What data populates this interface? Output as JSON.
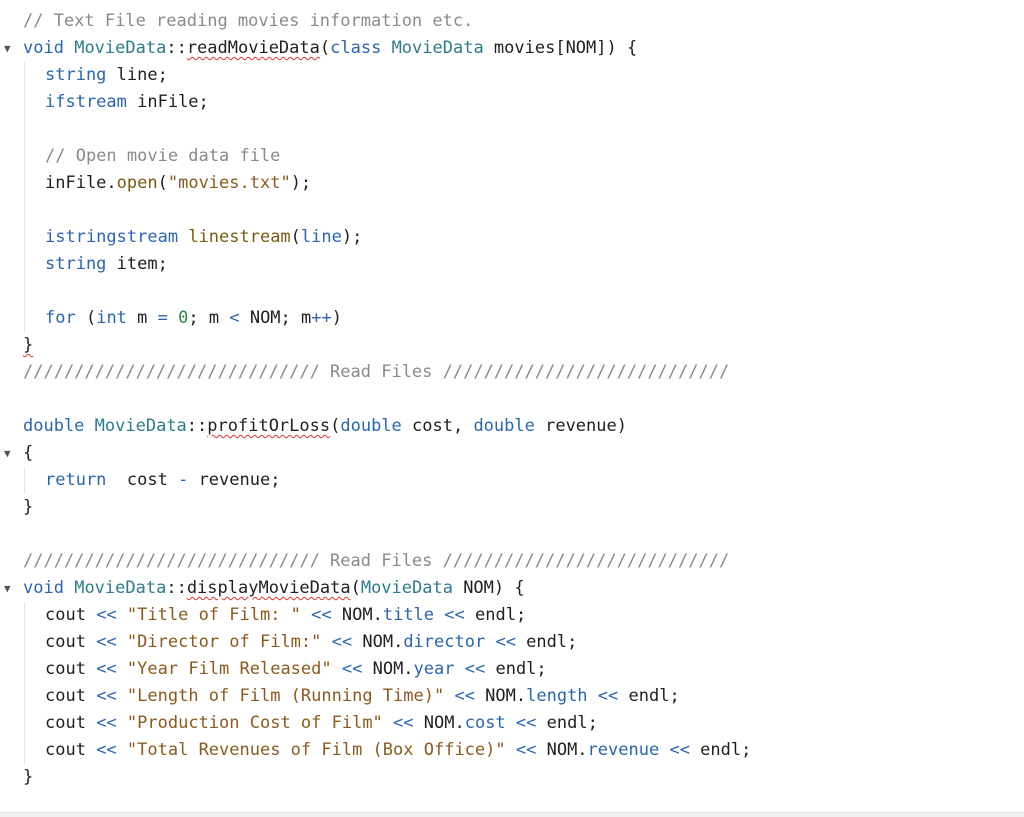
{
  "editor": {
    "lines": [
      {
        "fold": false,
        "indent": 0,
        "tokens": [
          {
            "t": "// Text File reading movies information etc.",
            "c": "cm"
          }
        ]
      },
      {
        "fold": true,
        "indent": 0,
        "tokens": [
          {
            "t": "void",
            "c": "kw"
          },
          {
            "t": " ",
            "c": "plain"
          },
          {
            "t": "MovieData",
            "c": "cls"
          },
          {
            "t": "::",
            "c": "plain"
          },
          {
            "t": "readMovieData",
            "c": "fn",
            "squig": true
          },
          {
            "t": "(",
            "c": "plain"
          },
          {
            "t": "class",
            "c": "kw"
          },
          {
            "t": " ",
            "c": "plain"
          },
          {
            "t": "MovieData",
            "c": "cls"
          },
          {
            "t": " movies[NOM]) {",
            "c": "plain"
          }
        ]
      },
      {
        "fold": false,
        "indent": 1,
        "tokens": [
          {
            "t": "string",
            "c": "ty"
          },
          {
            "t": " line;",
            "c": "plain"
          }
        ]
      },
      {
        "fold": false,
        "indent": 1,
        "tokens": [
          {
            "t": "ifstream",
            "c": "ty"
          },
          {
            "t": " inFile;",
            "c": "plain"
          }
        ]
      },
      {
        "fold": false,
        "indent": 0,
        "tokens": []
      },
      {
        "fold": false,
        "indent": 1,
        "tokens": [
          {
            "t": "// Open movie data file",
            "c": "cm"
          }
        ]
      },
      {
        "fold": false,
        "indent": 1,
        "tokens": [
          {
            "t": "inFile.",
            "c": "plain"
          },
          {
            "t": "open",
            "c": "meth"
          },
          {
            "t": "(",
            "c": "plain"
          },
          {
            "t": "\"movies.txt\"",
            "c": "str"
          },
          {
            "t": ");",
            "c": "plain"
          }
        ]
      },
      {
        "fold": false,
        "indent": 0,
        "tokens": []
      },
      {
        "fold": false,
        "indent": 1,
        "tokens": [
          {
            "t": "istringstream",
            "c": "ty"
          },
          {
            "t": " ",
            "c": "plain"
          },
          {
            "t": "linestream",
            "c": "meth"
          },
          {
            "t": "(",
            "c": "plain"
          },
          {
            "t": "line",
            "c": "prop"
          },
          {
            "t": ");",
            "c": "plain"
          }
        ]
      },
      {
        "fold": false,
        "indent": 1,
        "tokens": [
          {
            "t": "string",
            "c": "ty"
          },
          {
            "t": " item;",
            "c": "plain"
          }
        ]
      },
      {
        "fold": false,
        "indent": 0,
        "tokens": []
      },
      {
        "fold": false,
        "indent": 1,
        "tokens": [
          {
            "t": "for",
            "c": "kw"
          },
          {
            "t": " (",
            "c": "plain"
          },
          {
            "t": "int",
            "c": "kw"
          },
          {
            "t": " m ",
            "c": "plain"
          },
          {
            "t": "=",
            "c": "op"
          },
          {
            "t": " ",
            "c": "plain"
          },
          {
            "t": "0",
            "c": "num"
          },
          {
            "t": "; m ",
            "c": "plain"
          },
          {
            "t": "<",
            "c": "op"
          },
          {
            "t": " NOM; m",
            "c": "plain"
          },
          {
            "t": "++",
            "c": "op"
          },
          {
            "t": ")",
            "c": "plain"
          }
        ]
      },
      {
        "fold": false,
        "indent": 0,
        "tokens": [
          {
            "t": "}",
            "c": "plain",
            "squig": true
          }
        ]
      },
      {
        "fold": false,
        "indent": 0,
        "tokens": [
          {
            "t": "///////////////////////////// Read Files ////////////////////////////",
            "c": "cm"
          }
        ]
      },
      {
        "fold": false,
        "indent": 0,
        "tokens": []
      },
      {
        "fold": false,
        "indent": 0,
        "tokens": [
          {
            "t": "double",
            "c": "kw"
          },
          {
            "t": " ",
            "c": "plain"
          },
          {
            "t": "MovieData",
            "c": "cls"
          },
          {
            "t": "::",
            "c": "plain"
          },
          {
            "t": "profitOrLoss",
            "c": "fn",
            "squig": true
          },
          {
            "t": "(",
            "c": "plain"
          },
          {
            "t": "double",
            "c": "kw"
          },
          {
            "t": " cost, ",
            "c": "plain"
          },
          {
            "t": "double",
            "c": "kw"
          },
          {
            "t": " revenue)",
            "c": "plain"
          }
        ]
      },
      {
        "fold": true,
        "indent": 0,
        "tokens": [
          {
            "t": "{",
            "c": "plain"
          }
        ]
      },
      {
        "fold": false,
        "indent": 1,
        "tokens": [
          {
            "t": "return",
            "c": "kw"
          },
          {
            "t": "  cost ",
            "c": "plain"
          },
          {
            "t": "-",
            "c": "op"
          },
          {
            "t": " revenue;",
            "c": "plain"
          }
        ]
      },
      {
        "fold": false,
        "indent": 0,
        "tokens": [
          {
            "t": "}",
            "c": "plain"
          }
        ]
      },
      {
        "fold": false,
        "indent": 0,
        "tokens": []
      },
      {
        "fold": false,
        "indent": 0,
        "tokens": [
          {
            "t": "///////////////////////////// Read Files ////////////////////////////",
            "c": "cm"
          }
        ]
      },
      {
        "fold": true,
        "indent": 0,
        "tokens": [
          {
            "t": "void",
            "c": "kw"
          },
          {
            "t": " ",
            "c": "plain"
          },
          {
            "t": "MovieData",
            "c": "cls"
          },
          {
            "t": "::",
            "c": "plain"
          },
          {
            "t": "displayMovieData",
            "c": "fn",
            "squig": true
          },
          {
            "t": "(",
            "c": "plain"
          },
          {
            "t": "MovieData",
            "c": "cls"
          },
          {
            "t": " NOM) {",
            "c": "plain"
          }
        ]
      },
      {
        "fold": false,
        "indent": 1,
        "tokens": [
          {
            "t": "cout ",
            "c": "plain"
          },
          {
            "t": "<<",
            "c": "op"
          },
          {
            "t": " ",
            "c": "plain"
          },
          {
            "t": "\"Title of Film: \"",
            "c": "str"
          },
          {
            "t": " ",
            "c": "plain"
          },
          {
            "t": "<<",
            "c": "op"
          },
          {
            "t": " NOM.",
            "c": "plain"
          },
          {
            "t": "title",
            "c": "prop"
          },
          {
            "t": " ",
            "c": "plain"
          },
          {
            "t": "<<",
            "c": "op"
          },
          {
            "t": " endl;",
            "c": "plain"
          }
        ]
      },
      {
        "fold": false,
        "indent": 1,
        "tokens": [
          {
            "t": "cout ",
            "c": "plain"
          },
          {
            "t": "<<",
            "c": "op"
          },
          {
            "t": " ",
            "c": "plain"
          },
          {
            "t": "\"Director of Film:\"",
            "c": "str"
          },
          {
            "t": " ",
            "c": "plain"
          },
          {
            "t": "<<",
            "c": "op"
          },
          {
            "t": " NOM.",
            "c": "plain"
          },
          {
            "t": "director",
            "c": "prop"
          },
          {
            "t": " ",
            "c": "plain"
          },
          {
            "t": "<<",
            "c": "op"
          },
          {
            "t": " endl;",
            "c": "plain"
          }
        ]
      },
      {
        "fold": false,
        "indent": 1,
        "tokens": [
          {
            "t": "cout ",
            "c": "plain"
          },
          {
            "t": "<<",
            "c": "op"
          },
          {
            "t": " ",
            "c": "plain"
          },
          {
            "t": "\"Year Film Released\"",
            "c": "str"
          },
          {
            "t": " ",
            "c": "plain"
          },
          {
            "t": "<<",
            "c": "op"
          },
          {
            "t": " NOM.",
            "c": "plain"
          },
          {
            "t": "year",
            "c": "prop"
          },
          {
            "t": " ",
            "c": "plain"
          },
          {
            "t": "<<",
            "c": "op"
          },
          {
            "t": " endl;",
            "c": "plain"
          }
        ]
      },
      {
        "fold": false,
        "indent": 1,
        "tokens": [
          {
            "t": "cout ",
            "c": "plain"
          },
          {
            "t": "<<",
            "c": "op"
          },
          {
            "t": " ",
            "c": "plain"
          },
          {
            "t": "\"Length of Film (Running Time)\"",
            "c": "str"
          },
          {
            "t": " ",
            "c": "plain"
          },
          {
            "t": "<<",
            "c": "op"
          },
          {
            "t": " NOM.",
            "c": "plain"
          },
          {
            "t": "length",
            "c": "prop"
          },
          {
            "t": " ",
            "c": "plain"
          },
          {
            "t": "<<",
            "c": "op"
          },
          {
            "t": " endl;",
            "c": "plain"
          }
        ]
      },
      {
        "fold": false,
        "indent": 1,
        "tokens": [
          {
            "t": "cout ",
            "c": "plain"
          },
          {
            "t": "<<",
            "c": "op"
          },
          {
            "t": " ",
            "c": "plain"
          },
          {
            "t": "\"Production Cost of Film\"",
            "c": "str"
          },
          {
            "t": " ",
            "c": "plain"
          },
          {
            "t": "<<",
            "c": "op"
          },
          {
            "t": " NOM.",
            "c": "plain"
          },
          {
            "t": "cost",
            "c": "prop"
          },
          {
            "t": " ",
            "c": "plain"
          },
          {
            "t": "<<",
            "c": "op"
          },
          {
            "t": " endl;",
            "c": "plain"
          }
        ]
      },
      {
        "fold": false,
        "indent": 1,
        "tokens": [
          {
            "t": "cout ",
            "c": "plain"
          },
          {
            "t": "<<",
            "c": "op"
          },
          {
            "t": " ",
            "c": "plain"
          },
          {
            "t": "\"Total Revenues of Film (Box Office)\"",
            "c": "str"
          },
          {
            "t": " ",
            "c": "plain"
          },
          {
            "t": "<<",
            "c": "op"
          },
          {
            "t": " NOM.",
            "c": "plain"
          },
          {
            "t": "revenue",
            "c": "prop"
          },
          {
            "t": " ",
            "c": "plain"
          },
          {
            "t": "<<",
            "c": "op"
          },
          {
            "t": " endl;",
            "c": "plain"
          }
        ]
      },
      {
        "fold": false,
        "indent": 0,
        "tokens": [
          {
            "t": "}",
            "c": "plain"
          }
        ]
      }
    ],
    "fold_icon": "triangle-down-icon",
    "colors": {
      "keyword": "#2a66b0",
      "class": "#2d7c8c",
      "string": "#8b5a1d",
      "comment": "#8a8a8a",
      "number": "#2c8a4a",
      "error_squiggle": "#dd3333"
    }
  }
}
